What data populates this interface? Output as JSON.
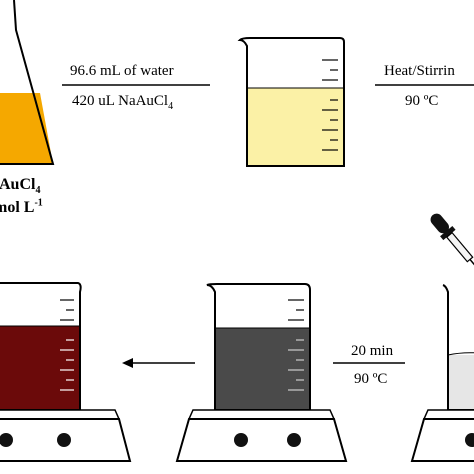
{
  "step1": {
    "line1": "96.6 mL of water",
    "line2_prefix": "420 uL NaAuCl",
    "line2_sub": "4"
  },
  "step2": {
    "line1": "Heat/Stirrin",
    "line2": "90 ºC"
  },
  "flask_label": {
    "line1_prefix": "AuCl",
    "line1_sub": "4",
    "line2_prefix": " mol L",
    "line2_sup": "-1"
  },
  "step3": {
    "line1": "20 min",
    "line2": "90 ºC"
  },
  "colors": {
    "gold_solution": "#f5a800",
    "yellow_solution": "#fbf1a6",
    "dark_red_solution": "#6b0a0a",
    "dark_gray_solution": "#4a4a4a",
    "light_solution": "#e6e6e6"
  }
}
